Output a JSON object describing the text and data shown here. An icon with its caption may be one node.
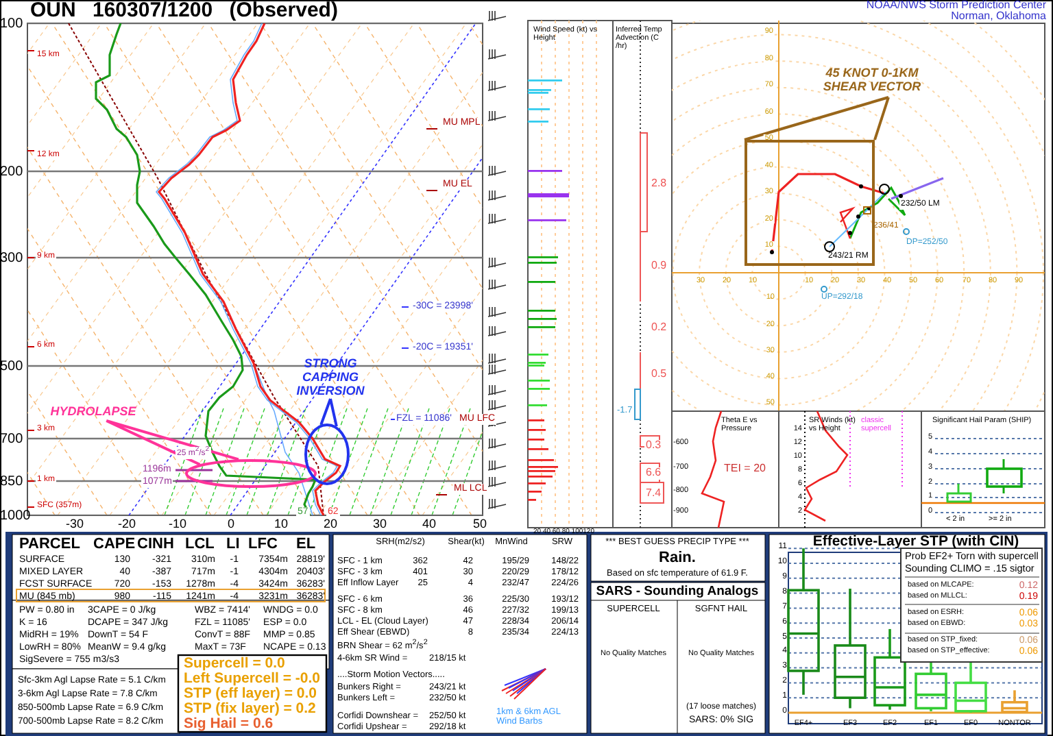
{
  "diagram": {
    "title": "OUN 160307/1200 (Observed)",
    "nodes": [
      {
        "text": [
          "HYDROLAPSE"
        ]
      },
      {
        "text": [],
        "shape": "ellipse"
      },
      {
        "text": [
          "STRONG CAPPING INVERSION"
        ]
      },
      {
        "text": [],
        "shape": "ellipse"
      },
      {
        "text": [
          "45 KNOT 0-1KM SHEAR VECTOR"
        ]
      },
      {
        "text": [],
        "shape": "box"
      }
    ],
    "edges": [
      {
        "from": 0,
        "to": 1,
        "arrow": "none",
        "color": "#ff3399"
      },
      {
        "from": 2,
        "to": 3,
        "arrow": "none",
        "color": "#2233ee"
      },
      {
        "from": 4,
        "to": 5,
        "arrow": "none",
        "color": "#99661a"
      }
    ],
    "labels": [
      "NOAA/NWS Storm Prediction Center",
      "100",
      "Norman, Oklahoma",
      "200",
      "300",
      "500",
      "700",
      "850",
      "1000",
      "15 km",
      "12 km",
      "9 km",
      "6 km",
      "3 km",
      "1 km",
      "SFC (357m)",
      "-30",
      "-20",
      "-10",
      "0",
      "10",
      "20",
      "30",
      "40",
      "50",
      "MU MPL",
      "MU EL",
      "-30C = 23998'",
      "-20C = 19351'",
      "FZL = 11086'",
      "MU LFC",
      "ML LCL",
      "1196m",
      "1077m",
      "25 m$^{2}$/s$^{2}$",
      "57",
      "62",
      "Wind Speed (kt) vs Height",
      "20 40 60 80 100120",
      "Inferred Temp Advection (C /hr)",
      "2.8",
      "0.9",
      "0.2",
      "0.5",
      "-1.7",
      "0.3",
      "6.6",
      "7.4",
      "90",
      "80",
      "70",
      "60",
      "50",
      "40",
      "30",
      "20",
      "10",
      "30",
      "20",
      "10",
      "10",
      "20",
      "30",
      "40",
      "50",
      "60",
      "70",
      "80",
      "90",
      "10",
      "20",
      "30",
      "40",
      "50",
      "243/21 RM",
      "236/41",
      "232/50 LM",
      "DP=252/50",
      "UP=292/18",
      "Theta E vs Pressure",
      "TEI = 20",
      "-600",
      "-700",
      "-800",
      "-900",
      "SR Winds (kt) vs Height",
      "classic supercell",
      "14",
      "12",
      "10",
      "8",
      "6",
      "4",
      "2",
      "Significant Hail Param (SHIP)",
      "5",
      "4",
      "3",
      "2",
      "1",
      "0",
      "< 2 in",
      ">= 2 in",
      "PARCEL",
      "CAPE",
      "CINH",
      "LCL",
      "LI",
      "LFC",
      "EL",
      "SURFACE",
      "130",
      "-321",
      "310m",
      "-1",
      "7354m",
      "28819'",
      "MIXED LAYER",
      "40",
      "-387",
      "717m",
      "-1",
      "4304m",
      "20403'",
      "FCST SURFACE",
      "720",
      "-153",
      "1278m",
      "-4",
      "3424m",
      "36283'",
      "MU (845 mb)",
      "980",
      "-115",
      "1241m",
      "-4",
      "3231m",
      "36283'",
      "PW = 0.80 in",
      "3CAPE = 0 J/kg",
      "WBZ = 7414'",
      "WNDG = 0.0",
      "K = 16",
      "DCAPE = 347 J/kg",
      "FZL = 11085'",
      "ESP = 0.0",
      "MidRH = 19%",
      "DownT = 54 F",
      "ConvT = 88F",
      "MMP = 0.85",
      "LowRH = 80%",
      "MeanW = 9.4 g/kg",
      "MaxT = 73F",
      "NCAPE = 0.13",
      "SigSevere = 755 m3/s3",
      "Sfc-3km Agl Lapse Rate = 5.1 C/km",
      "3-6km Agl Lapse Rate = 7.8 C/km",
      "850-500mb Lapse Rate = 6.9 C/km",
      "700-500mb Lapse Rate = 8.2 C/km",
      "Supercell = 0.0",
      "Left Supercell = -0.0",
      "STP (eff layer) = 0.0",
      "STP (fix layer) = 0.2",
      "Sig Hail = 0.6",
      "SRH(m2/s2)",
      "Shear(kt)",
      "MnWind",
      "SRW",
      "SFC - 1 km",
      "362",
      "42",
      "195/29",
      "148/22",
      "SFC - 3 km",
      "401",
      "30",
      "220/29",
      "178/12",
      "Eff Inflow Layer",
      "25",
      "4",
      "232/47",
      "224/26",
      "SFC - 6 km",
      "36",
      "225/30",
      "193/12",
      "SFC - 8 km",
      "46",
      "227/32",
      "199/13",
      "LCL - EL (Cloud Layer)",
      "47",
      "228/34",
      "206/14",
      "Eff Shear (EBWD)",
      "8",
      "235/34",
      "224/13",
      "BRN Shear = 62 m$^{2}$/s$^{2}$",
      "4-6km SR Wind =",
      "218/15 kt",
      "....Storm Motion Vectors.....",
      "Bunkers Right =",
      "243/21 kt",
      "Bunkers Left =",
      "232/50 kt",
      "Corfidi Downshear =",
      "252/50 kt",
      "Corfidi Upshear =",
      "292/18 kt",
      "1km & 6km AGL Wind Barbs",
      "*** BEST GUESS PRECIP TYPE ***",
      "Rain.",
      "Based on sfc temperature of 61.9 F.",
      "SARS - Sounding Analogs",
      "SUPERCELL",
      "SGFNT HAIL",
      "No Quality Matches",
      "No Quality Matches",
      "(17 loose matches)",
      "SARS: 0% SIG",
      "Effective-Layer STP (with CIN)",
      "11",
      "10",
      "9",
      "8",
      "7",
      "6",
      "5",
      "4",
      "3",
      "2",
      "1",
      "0",
      "Prob EF2+ Torn with supercell",
      "Sounding CLIMO = .15 sigtor",
      "based on MLCAPE:",
      "0.12",
      "based on MLLCL:",
      "0.19",
      "based on ESRH:",
      "0.06",
      "based on EBWD:",
      "0.03",
      "based on STP_fixed:",
      "0.06",
      "based on STP_effective:",
      "0.06",
      "EF4+",
      "EF3",
      "EF2",
      "EF1",
      "EF0",
      "NONTOR"
    ]
  }
}
